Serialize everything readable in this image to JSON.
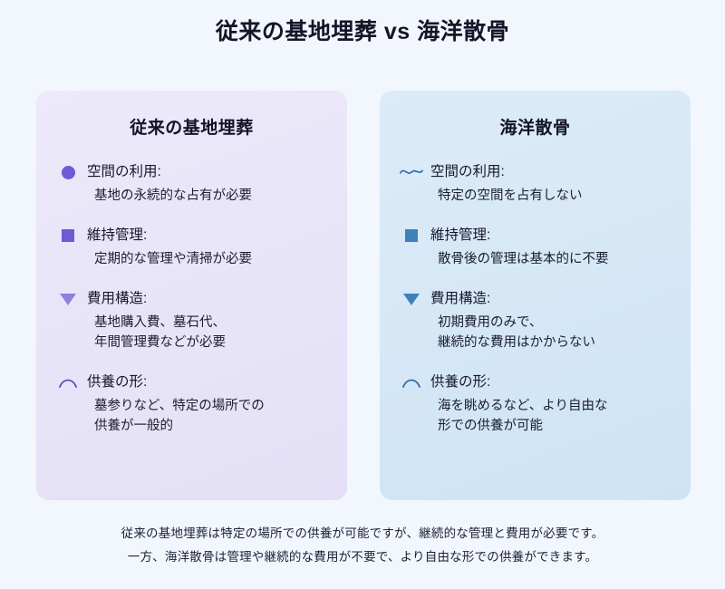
{
  "title": "従来の基地埋葬 vs 海洋散骨",
  "panels": [
    {
      "id": "traditional-burial",
      "header": "従来の基地埋葬",
      "accent_color": "#6b5cd6",
      "background_color": "#ebe8f9",
      "items": [
        {
          "icon": "circle-bullet-icon",
          "label": "空間の利用:",
          "lines": [
            "基地の永続的な占有が必要"
          ]
        },
        {
          "icon": "square-bullet-icon",
          "label": "維持管理:",
          "lines": [
            "定期的な管理や清掃が必要"
          ]
        },
        {
          "icon": "triangle-down-icon",
          "label": "費用構造:",
          "lines": [
            "基地購入費、墓石代、",
            "年間管理費などが必要"
          ]
        },
        {
          "icon": "arc-icon",
          "label": "供養の形:",
          "lines": [
            "墓参りなど、特定の場所での",
            "供養が一般的"
          ]
        }
      ]
    },
    {
      "id": "ocean-scattering",
      "header": "海洋散骨",
      "accent_color": "#3f80ba",
      "background_color": "#d8eaf7",
      "items": [
        {
          "icon": "wave-icon",
          "label": "空間の利用:",
          "lines": [
            "特定の空間を占有しない"
          ]
        },
        {
          "icon": "square-bullet-icon",
          "label": "維持管理:",
          "lines": [
            "散骨後の管理は基本的に不要"
          ]
        },
        {
          "icon": "triangle-down-icon",
          "label": "費用構造:",
          "lines": [
            "初期費用のみで、",
            "継続的な費用はかからない"
          ]
        },
        {
          "icon": "arc-icon",
          "label": "供養の形:",
          "lines": [
            "海を眺めるなど、より自由な",
            "形での供養が可能"
          ]
        }
      ]
    }
  ],
  "footer": {
    "lines": [
      "従来の基地埋葬は特定の場所での供養が可能ですが、継続的な管理と費用が必要です。",
      "一方、海洋散骨は管理や継続的な費用が不要で、より自由な形での供養ができます。"
    ]
  }
}
